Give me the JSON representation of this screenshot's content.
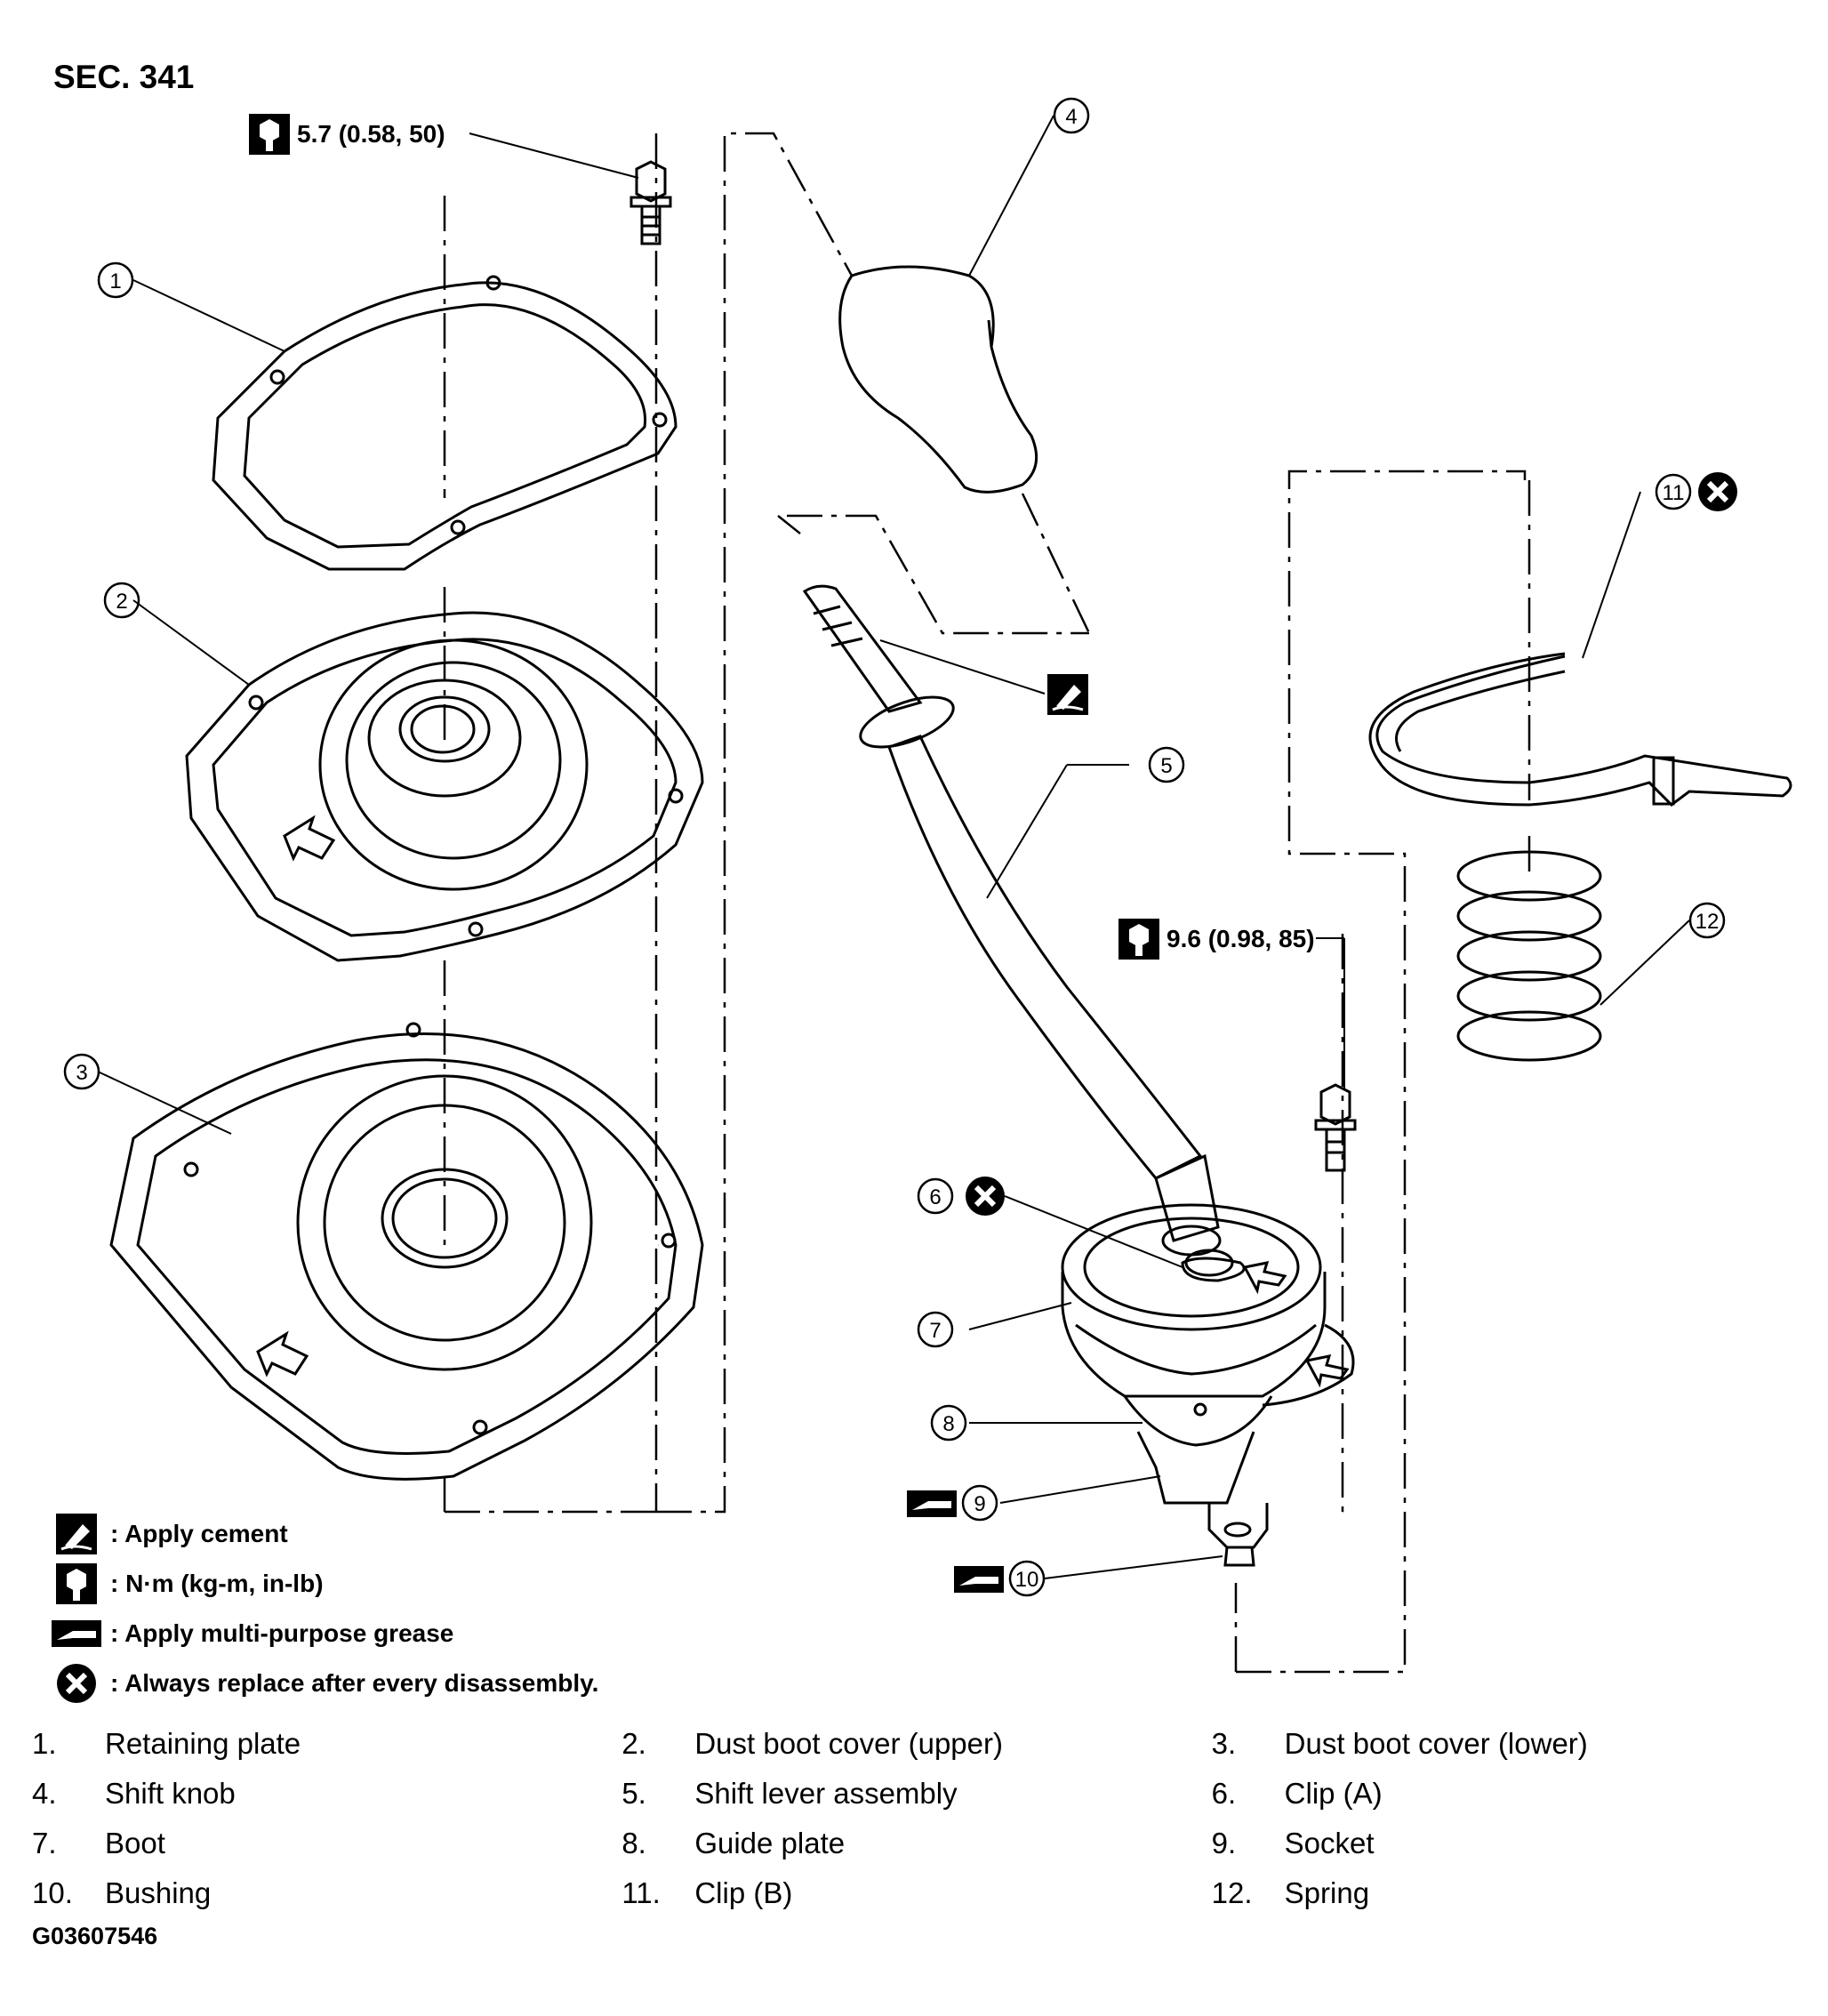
{
  "section": "SEC. 341",
  "torque_specs": [
    {
      "value": "5.7 (0.58, 50)"
    },
    {
      "value": "9.6 (0.98, 85)"
    }
  ],
  "callouts": [
    "1",
    "2",
    "3",
    "4",
    "5",
    "6",
    "7",
    "8",
    "9",
    "10",
    "11",
    "12"
  ],
  "legend": [
    {
      "icon": "cement-icon",
      "text": ": Apply cement"
    },
    {
      "icon": "torque-wrench-icon",
      "text": ": N·m (kg-m, in-lb)"
    },
    {
      "icon": "grease-icon",
      "text": ": Apply multi-purpose grease"
    },
    {
      "icon": "replace-icon",
      "text": ": Always replace after every disassembly."
    }
  ],
  "parts": [
    {
      "num": "1.",
      "name": "Retaining plate"
    },
    {
      "num": "2.",
      "name": "Dust boot cover (upper)"
    },
    {
      "num": "3.",
      "name": "Dust boot cover (lower)"
    },
    {
      "num": "4.",
      "name": "Shift knob"
    },
    {
      "num": "5.",
      "name": "Shift lever assembly"
    },
    {
      "num": "6.",
      "name": "Clip (A)"
    },
    {
      "num": "7.",
      "name": "Boot"
    },
    {
      "num": "8.",
      "name": "Guide plate"
    },
    {
      "num": "9.",
      "name": "Socket"
    },
    {
      "num": "10.",
      "name": "Bushing"
    },
    {
      "num": "11.",
      "name": "Clip (B)"
    },
    {
      "num": "12.",
      "name": "Spring"
    }
  ],
  "figure_code": "G03607546"
}
